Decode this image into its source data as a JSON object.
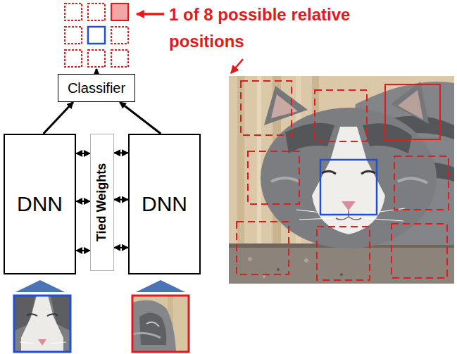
{
  "diagram": {
    "nodes": [
      {
        "text": [
          "Classifier"
        ]
      },
      {
        "text": [
          "DNN"
        ]
      },
      {
        "text": [
          "Tied Weights"
        ]
      },
      {
        "text": [
          "DNN"
        ]
      }
    ],
    "edges": [
      {
        "from": 1,
        "to": 0,
        "arrow": "to"
      },
      {
        "from": 3,
        "to": 0,
        "arrow": "to"
      },
      {
        "from": 1,
        "to": 2,
        "arrow": "both"
      },
      {
        "from": 1,
        "to": 2,
        "arrow": "both"
      },
      {
        "from": 1,
        "to": 2,
        "arrow": "both"
      },
      {
        "from": 2,
        "to": 3,
        "arrow": "both"
      },
      {
        "from": 2,
        "to": 3,
        "arrow": "both"
      },
      {
        "from": 2,
        "to": 3,
        "arrow": "both"
      }
    ],
    "labels": [
      "1 of 8 possible relative positions"
    ]
  }
}
